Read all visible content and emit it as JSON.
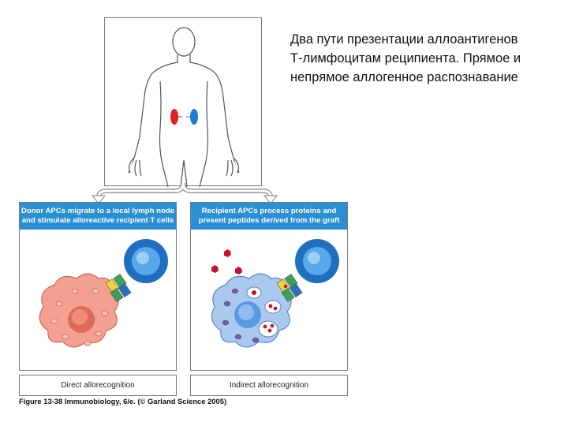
{
  "caption": {
    "line1": "Два пути презентации аллоантигенов",
    "line2": "Т-лимфоцитам реципиента. Прямое и",
    "line3": "непрямое аллогенное распознавание"
  },
  "panels": {
    "left": {
      "header_line1": "Donor APCs migrate to a local lymph node",
      "header_line2": "and stimulate alloreactive recipient T cells",
      "label": "Direct allorecognition"
    },
    "right": {
      "header_line1": "Recipient APCs process proteins and",
      "header_line2": "present peptides derived from the graft",
      "label": "Indirect allorecognition"
    }
  },
  "credit": "Figure 13-38  Immunobiology, 6/e. (© Garland Science 2005)",
  "colors": {
    "header_blue": "#2b8fd3",
    "donor_cell": "#f4a090",
    "recipient_cell": "#a9c9ee",
    "t_cell": "#1f6fc0",
    "kidney_red": "#e02020",
    "kidney_blue": "#1a7fd0",
    "peptide_red": "#c8102e"
  },
  "icons": [
    "human-silhouette-icon",
    "kidney-icon",
    "t-cell-icon",
    "apc-cell-icon",
    "mhc-tcr-complex-icon",
    "peptide-icon",
    "vesicle-icon"
  ]
}
